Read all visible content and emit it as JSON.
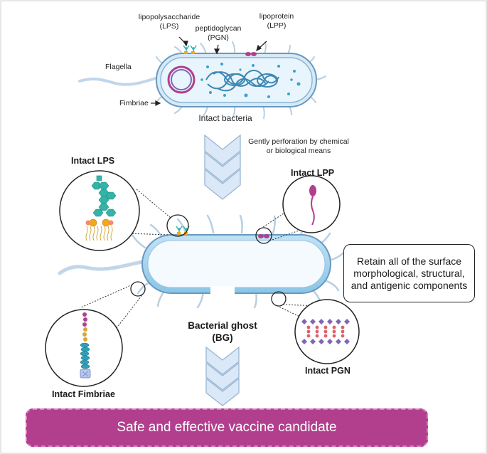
{
  "labels": {
    "lps": "lipopolysaccharide\n(LPS)",
    "pgn": "peptidoglycan\n(PGN)",
    "lpp": "lipoprotein\n(LPP)",
    "flagella": "Flagella",
    "fimbriae": "Fimbriae",
    "intact_bacteria": "Intact bacteria",
    "perforation": "Gently perforation by chemical\nor biological means",
    "intact_lps": "Intact LPS",
    "intact_lpp": "Intact LPP",
    "intact_fimbriae": "Intact Fimbriae",
    "intact_pgn": "Intact PGN",
    "ghost": "Bacterial ghost\n(BG)"
  },
  "retain_text": "Retain all of the surface morphological, structural, and antigenic components",
  "banner_text": "Safe and effective vaccine candidate",
  "colors": {
    "cell": "#a7d6ef",
    "cell_outline": "#5f90b6",
    "dna": "#3e88b3",
    "arrow": "#dae8f7",
    "lps_sugar": "#34b3a7",
    "lipid": "#f2a81d",
    "lpp": "#b23f8e",
    "banner": "#b23f8e"
  }
}
